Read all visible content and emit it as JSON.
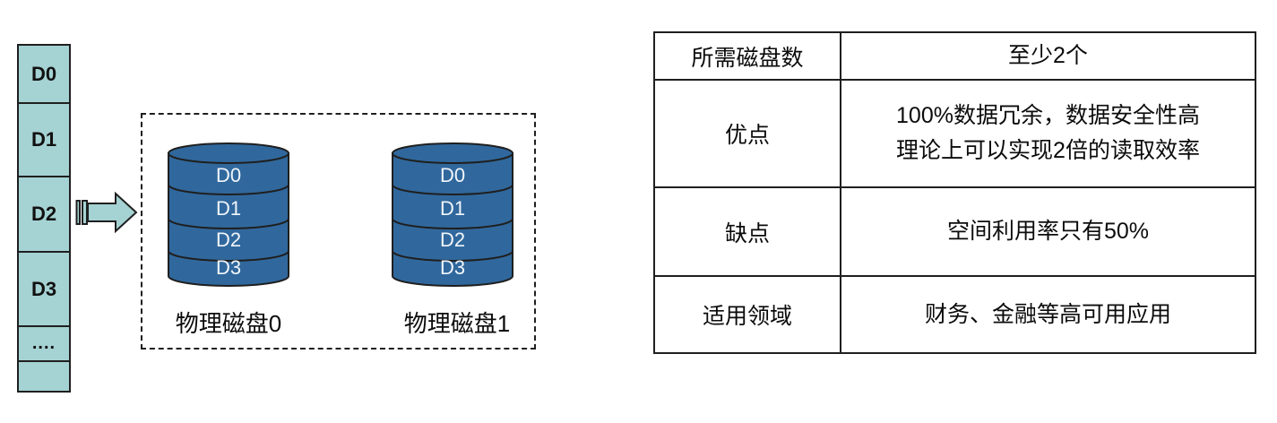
{
  "diagram": {
    "stripe_column": {
      "blocks": [
        "D0",
        "D1",
        "D2",
        "D3",
        "....",
        ""
      ]
    },
    "arrow_icon": "right-arrow",
    "disks": [
      {
        "segments": [
          "D0",
          "D1",
          "D2",
          "D3"
        ],
        "label": "物理磁盘0"
      },
      {
        "segments": [
          "D0",
          "D1",
          "D2",
          "D3"
        ],
        "label": "物理磁盘1"
      }
    ],
    "colors": {
      "block_fill": "#A5D2D3",
      "disk_fill": "#30689D",
      "outline": "#1F1F1F"
    }
  },
  "table": {
    "rows": [
      {
        "label": "所需磁盘数",
        "value": "至少2个"
      },
      {
        "label": "优点",
        "value": "100%数据冗余，数据安全性高\n理论上可以实现2倍的读取效率"
      },
      {
        "label": "缺点",
        "value": "空间利用率只有50%"
      },
      {
        "label": "适用领域",
        "value": "财务、金融等高可用应用"
      }
    ]
  }
}
